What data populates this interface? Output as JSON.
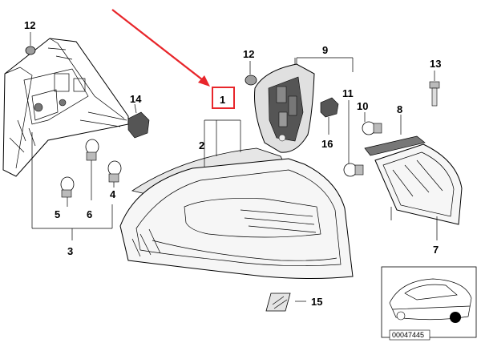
{
  "callouts": [
    {
      "id": "1",
      "text": "1"
    },
    {
      "id": "2",
      "text": "2"
    },
    {
      "id": "3",
      "text": "3"
    },
    {
      "id": "4",
      "text": "4"
    },
    {
      "id": "5",
      "text": "5"
    },
    {
      "id": "6",
      "text": "6"
    },
    {
      "id": "7",
      "text": "7"
    },
    {
      "id": "8",
      "text": "8"
    },
    {
      "id": "9",
      "text": "9"
    },
    {
      "id": "10",
      "text": "10"
    },
    {
      "id": "11",
      "text": "11"
    },
    {
      "id": "12a",
      "text": "12"
    },
    {
      "id": "12b",
      "text": "12"
    },
    {
      "id": "13",
      "text": "13"
    },
    {
      "id": "14",
      "text": "14"
    },
    {
      "id": "15",
      "text": "15"
    },
    {
      "id": "16",
      "text": "16"
    }
  ],
  "highlight": {
    "callout": "1",
    "color": "#e8262b"
  },
  "diagram_code": "00047445"
}
